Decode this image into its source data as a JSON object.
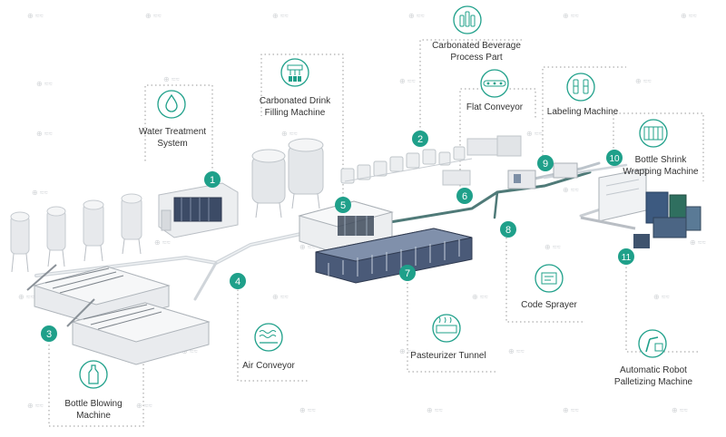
{
  "colors": {
    "accent": "#1fa08a",
    "label_text": "#333333",
    "leader_dots": "#9a9a9a",
    "machine_light": "#e6e8ea",
    "machine_dark": "#3c4b66",
    "conveyor": "#cfd5db"
  },
  "stations": [
    {
      "number": "1",
      "lines": [
        "Water Treatment",
        "System"
      ],
      "icon": "water-drop-icon"
    },
    {
      "number": "2",
      "lines": [
        "Carbonated Beverage",
        "Process Part"
      ],
      "icon": "beverage-bottles-icon"
    },
    {
      "number": "3",
      "lines": [
        "Bottle Blowing",
        "Machine"
      ],
      "icon": "bottle-icon"
    },
    {
      "number": "4",
      "lines": [
        "Air Conveyor"
      ],
      "icon": "air-conveyor-icon"
    },
    {
      "number": "5",
      "lines": [
        "Carbonated Drink",
        "Filling Machine"
      ],
      "icon": "filling-machine-icon"
    },
    {
      "number": "6",
      "lines": [
        "Flat Conveyor"
      ],
      "icon": "flat-conveyor-icon"
    },
    {
      "number": "7",
      "lines": [
        "Pasteurizer Tunnel"
      ],
      "icon": "pasteurizer-tunnel-icon"
    },
    {
      "number": "8",
      "lines": [
        "Code Sprayer"
      ],
      "icon": "code-sprayer-icon"
    },
    {
      "number": "9",
      "lines": [
        "Labeling Machine"
      ],
      "icon": "labeling-machine-icon"
    },
    {
      "number": "10",
      "lines": [
        "Bottle Shrink",
        "Wrapping Machine"
      ],
      "icon": "shrink-wrap-icon"
    },
    {
      "number": "11",
      "lines": [
        "Automatic Robot",
        "Palletizing Machine"
      ],
      "icon": "robot-palletizer-icon"
    }
  ]
}
